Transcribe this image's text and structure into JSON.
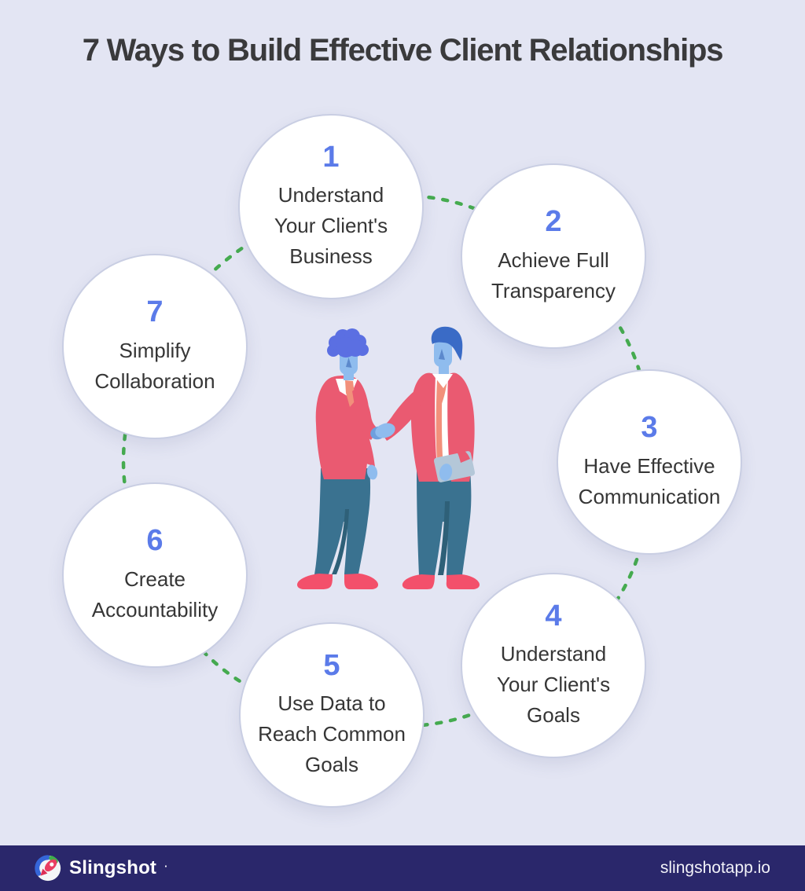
{
  "title": "7 Ways to Build Effective Client Relationships",
  "steps": [
    {
      "number": "1",
      "label": "Understand\nYour Client's\nBusiness"
    },
    {
      "number": "2",
      "label": "Achieve Full\nTransparency"
    },
    {
      "number": "3",
      "label": "Have Effective\nCommunication"
    },
    {
      "number": "4",
      "label": "Understand\nYour Client's\nGoals"
    },
    {
      "number": "5",
      "label": "Use Data to\nReach Common\nGoals"
    },
    {
      "number": "6",
      "label": "Create\nAccountability"
    },
    {
      "number": "7",
      "label": "Simplify\nCollaboration"
    }
  ],
  "footer": {
    "brand": "Slingshot",
    "brand_mark": "·",
    "website": "slingshotapp.io"
  },
  "icons": {
    "logo": "slingshot-rocket-logo-icon"
  },
  "colors": {
    "background": "#E3E5F3",
    "step_number_blue": "#5B7BE9",
    "step_text": "#363636",
    "circle_border": "#C9CEE3",
    "connector_green": "#45AB4F",
    "footer_navy": "#2A276B",
    "jacket_red": "#EA5A71",
    "pants_teal": "#3A7290",
    "skin_blue": "#8FBCEE"
  }
}
